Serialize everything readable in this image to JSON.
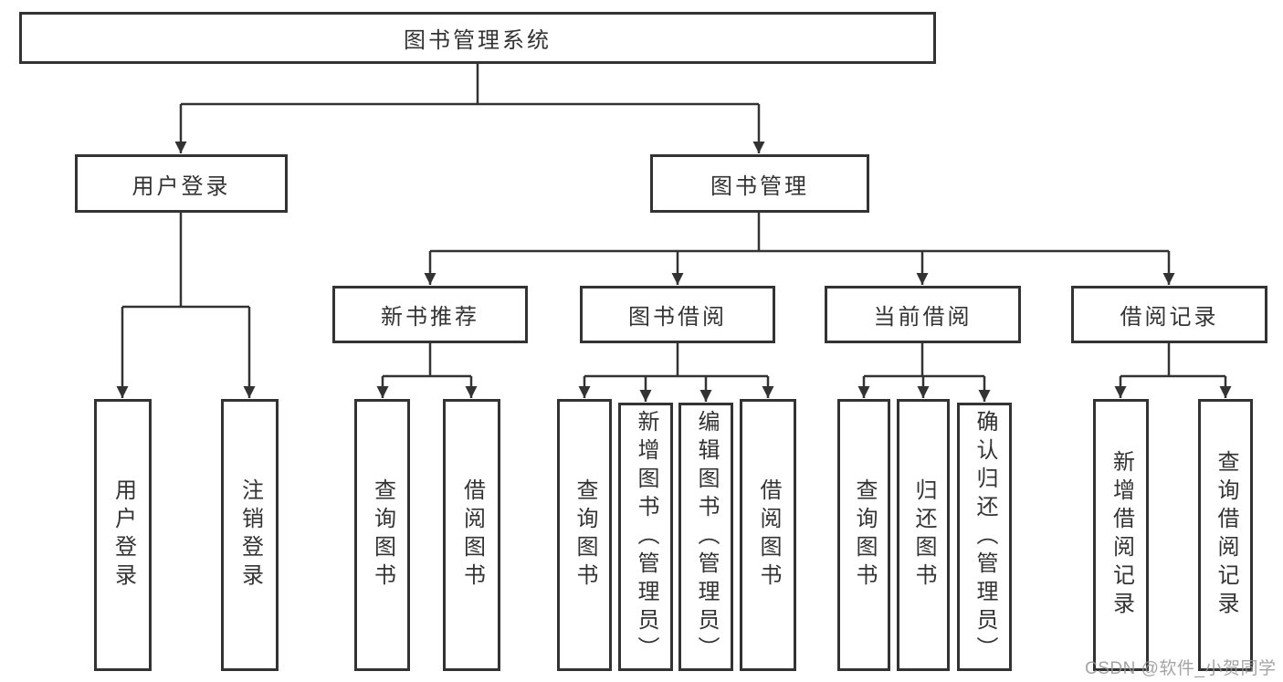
{
  "diagram": {
    "title": "图书管理系统",
    "level2": [
      "用户登录",
      "图书管理"
    ],
    "level3": [
      "新书推荐",
      "图书借阅",
      "当前借阅",
      "借阅记录"
    ],
    "leaves": [
      "用户登录",
      "注销登录",
      "查询图书",
      "借阅图书",
      "查询图书",
      "新增图书（管理员）",
      "编辑图书（管理员）",
      "借阅图书",
      "查询图书",
      "归还图书",
      "确认归还（管理员）",
      "新增借阅记录",
      "查询借阅记录"
    ],
    "hierarchy": {
      "图书管理系统": [
        "用户登录",
        "图书管理"
      ],
      "用户登录": [
        "用户登录",
        "注销登录"
      ],
      "图书管理": [
        "新书推荐",
        "图书借阅",
        "当前借阅",
        "借阅记录"
      ],
      "新书推荐": [
        "查询图书",
        "借阅图书"
      ],
      "图书借阅": [
        "查询图书",
        "新增图书（管理员）",
        "编辑图书（管理员）",
        "借阅图书"
      ],
      "当前借阅": [
        "查询图书",
        "归还图书",
        "确认归还（管理员）"
      ],
      "借阅记录": [
        "新增借阅记录",
        "查询借阅记录"
      ]
    },
    "watermark": "CSDN @软件_小贺同学",
    "colors": {
      "line": "#333333",
      "text": "#333333",
      "box_fill": "#ffffff",
      "watermark": "#949494"
    }
  }
}
